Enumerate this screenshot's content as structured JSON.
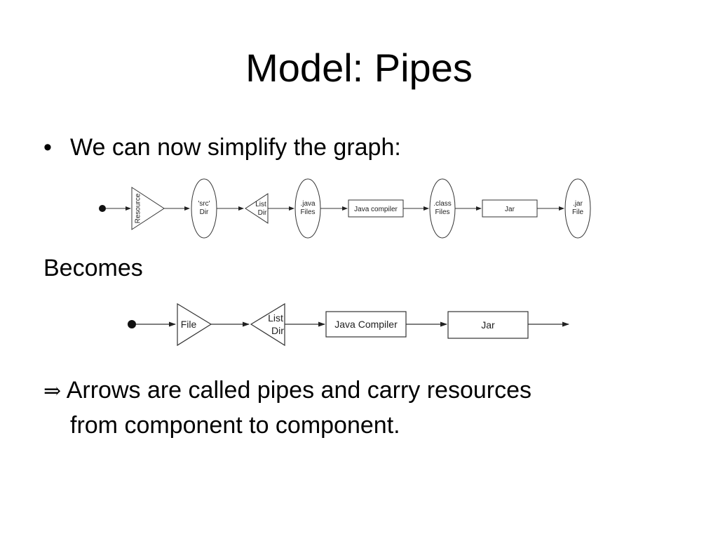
{
  "slide": {
    "title": "Model: Pipes",
    "bullet_symbol": "•",
    "bullet_text": "We can now simplify the graph:",
    "becomes_text": "Becomes",
    "conclusion_symbol": "⇒",
    "conclusion_line1": " Arrows are called pipes and carry resources",
    "conclusion_line2": "from component to component."
  },
  "diagram_full": {
    "resource_label": "Resource",
    "src_dir_line1": "'src'",
    "src_dir_line2": "Dir",
    "list_dir_line1": "List",
    "list_dir_line2": "Dir",
    "java_files_line1": ".java",
    "java_files_line2": "Files",
    "java_compiler_label": "Java compiler",
    "class_files_line1": ".class",
    "class_files_line2": "Files",
    "jar_label": "Jar",
    "jar_file_line1": ".jar",
    "jar_file_line2": "File"
  },
  "diagram_simplified": {
    "file_label": "File",
    "list_dir_line1": "List",
    "list_dir_line2": "Dir",
    "java_compiler_label": "Java Compiler",
    "jar_label": "Jar"
  }
}
